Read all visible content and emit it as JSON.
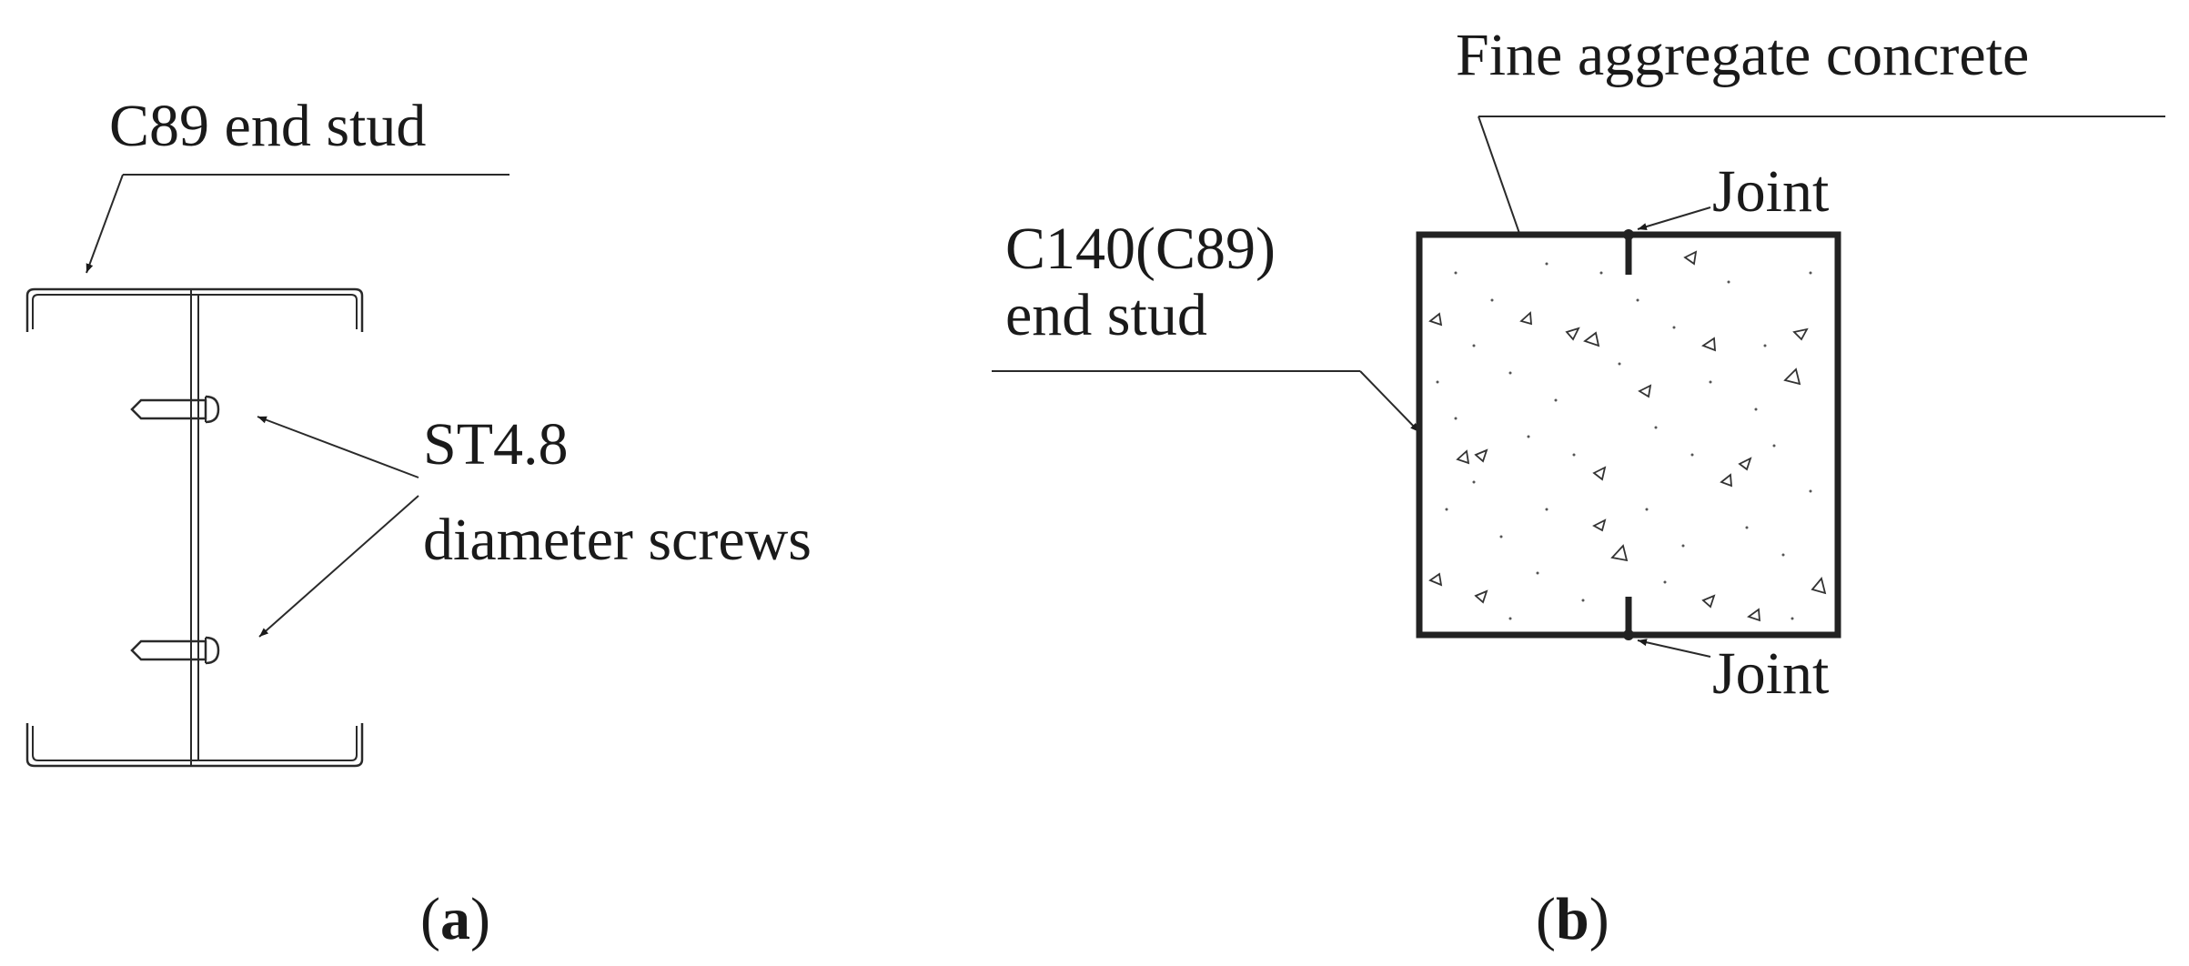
{
  "panel_a": {
    "label_stud": "C89 end stud",
    "label_screws_line1": "ST4.8",
    "label_screws_line2": "diameter screws",
    "caption_open": "(",
    "caption_letter": "a",
    "caption_close": ")"
  },
  "panel_b": {
    "label_concrete": "Fine aggregate concrete",
    "label_stud_line1": "C140(C89)",
    "label_stud_line2": "end stud",
    "label_joint_top": "Joint",
    "label_joint_bottom": "Joint",
    "caption_open": "(",
    "caption_letter": "b",
    "caption_close": ")"
  },
  "colors": {
    "ink": "#1a1a1a",
    "thick_outline": "#222222",
    "background": "#ffffff"
  }
}
